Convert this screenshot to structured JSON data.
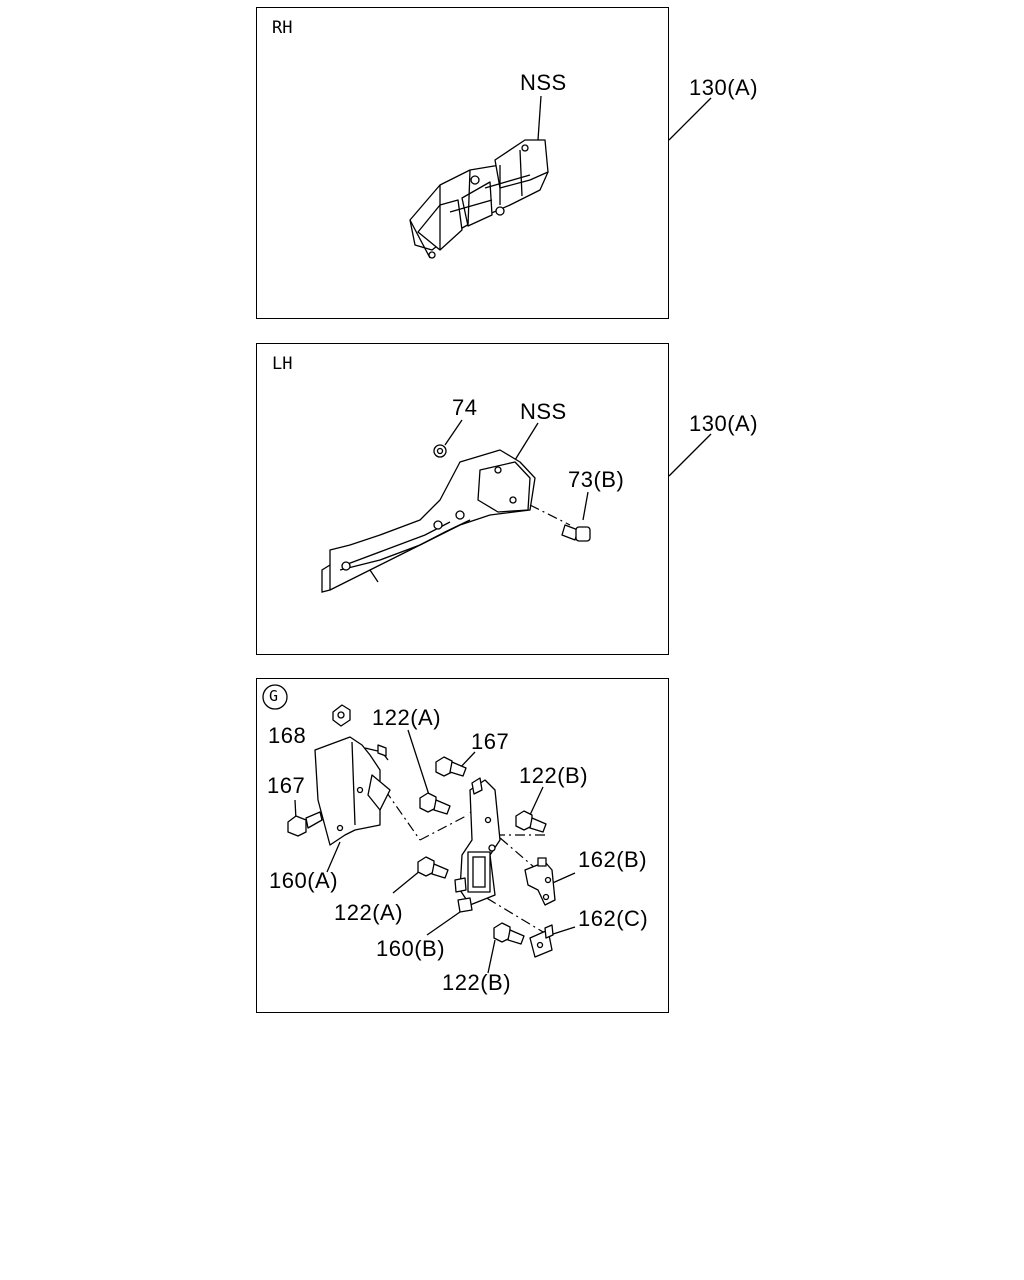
{
  "panels": {
    "rh": {
      "tag": "RH",
      "callouts": {
        "nss": "NSS"
      },
      "outside": "130(A)"
    },
    "lh": {
      "tag": "LH",
      "callouts": {
        "c74": "74",
        "nss": "NSS",
        "c73b": "73(B)"
      },
      "outside": "130(A)"
    },
    "g": {
      "tag": "G",
      "callouts": {
        "c168": "168",
        "c122a_top": "122(A)",
        "c167_mid": "167",
        "c122b_right": "122(B)",
        "c167_left": "167",
        "c162b": "162(B)",
        "c160a": "160(A)",
        "c122a_low": "122(A)",
        "c162c": "162(C)",
        "c160b": "160(B)",
        "c122b_bottom": "122(B)"
      }
    }
  }
}
